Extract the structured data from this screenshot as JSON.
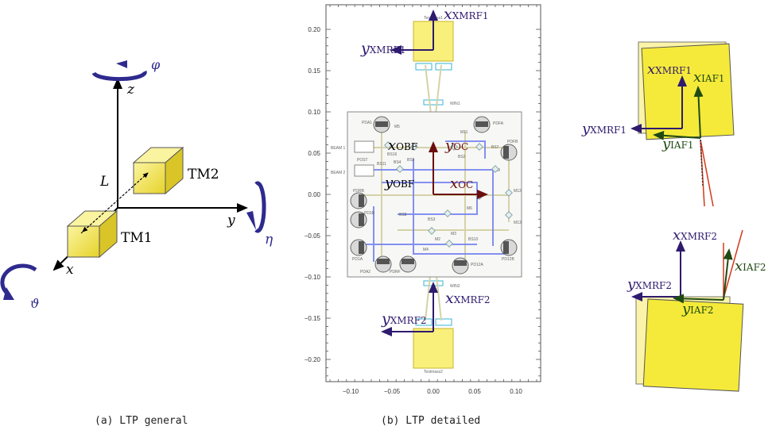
{
  "panel_a": {
    "caption": "(a) LTP general",
    "labels": {
      "phi": "φ",
      "z": "z",
      "L": "L",
      "tm2": "TM2",
      "tm1": "TM1",
      "y": "y",
      "eta": "η",
      "x": "x",
      "theta": "ϑ"
    }
  },
  "panel_b": {
    "caption": "(b) LTP detailed",
    "x_ticks": [
      "−0.10",
      "−0.05",
      "0.00",
      "0.05",
      "0.10"
    ],
    "y_ticks": [
      "0.20",
      "0.15",
      "0.10",
      "0.05",
      "0.00",
      "−0.05",
      "−0.10",
      "−0.15",
      "−0.20"
    ],
    "frames": {
      "x_xmrf1": "x",
      "x_xmrf1_sub": "XMRF1",
      "y_xmrf1": "y",
      "y_xmrf1_sub": "XMRF1",
      "x_obf": "x",
      "x_obf_sub": "OBF",
      "y_oc": "y",
      "y_oc_sub": "OC",
      "y_obf": "y",
      "y_obf_sub": "OBF",
      "x_oc": "x",
      "x_oc_sub": "OC",
      "x_xmrf2": "x",
      "x_xmrf2_sub": "XMRF2",
      "y_xmrf2": "y",
      "y_xmrf2_sub": "XMRF2"
    },
    "bench_labels": {
      "testmass1": "Testmass1",
      "testmass2": "Testmass2",
      "win1": "WIN1",
      "win2": "WIN2",
      "pda1": "PDA1",
      "pdfa": "PDFA",
      "pdfb": "PDFB",
      "pdrb": "PDRB",
      "pd1b": "PD1B",
      "pd1a": "PD1A",
      "pda2": "PDA2",
      "pdrf": "PDRF",
      "pd12a": "PD12A",
      "pd12b": "PD12B",
      "beam1": "BEAM 1",
      "beam2": "BEAM 2",
      "post": "POST",
      "bs16": "BS16",
      "bs11": "BS11",
      "bs4": "BS4",
      "bs5": "BS5",
      "bs2": "BS2",
      "bs7": "BS7",
      "bs3": "BS3",
      "bs8": "BS8",
      "bs10": "BS10",
      "m2": "M2",
      "m3": "M3",
      "m4": "M4",
      "m5": "M5",
      "m6": "M6",
      "m11": "M11",
      "m12": "M12",
      "m13": "M13",
      "m9": "M9"
    }
  },
  "panel_c": {
    "top": {
      "x_xmrf1": "x",
      "x_xmrf1_sub": "XMRF1",
      "x_iaf1": "x",
      "x_iaf1_sub": "IAF1",
      "y_xmrf1": "y",
      "y_xmrf1_sub": "XMRF1",
      "y_iaf1": "y",
      "y_iaf1_sub": "IAF1"
    },
    "bottom": {
      "x_xmrf2": "x",
      "x_xmrf2_sub": "XMRF2",
      "x_iaf2": "x",
      "x_iaf2_sub": "IAF2",
      "y_xmrf2": "y",
      "y_xmrf2_sub": "XMRF2",
      "y_iaf2": "y",
      "y_iaf2_sub": "IAF2"
    }
  },
  "colors": {
    "navy": "#2e1a6e",
    "darkred": "#6b0e0e",
    "darkgreen": "#1f4a12",
    "yellow": "#f5ea3a",
    "blue_beam": "#6f7ff0",
    "red_line": "#d23a1a"
  }
}
